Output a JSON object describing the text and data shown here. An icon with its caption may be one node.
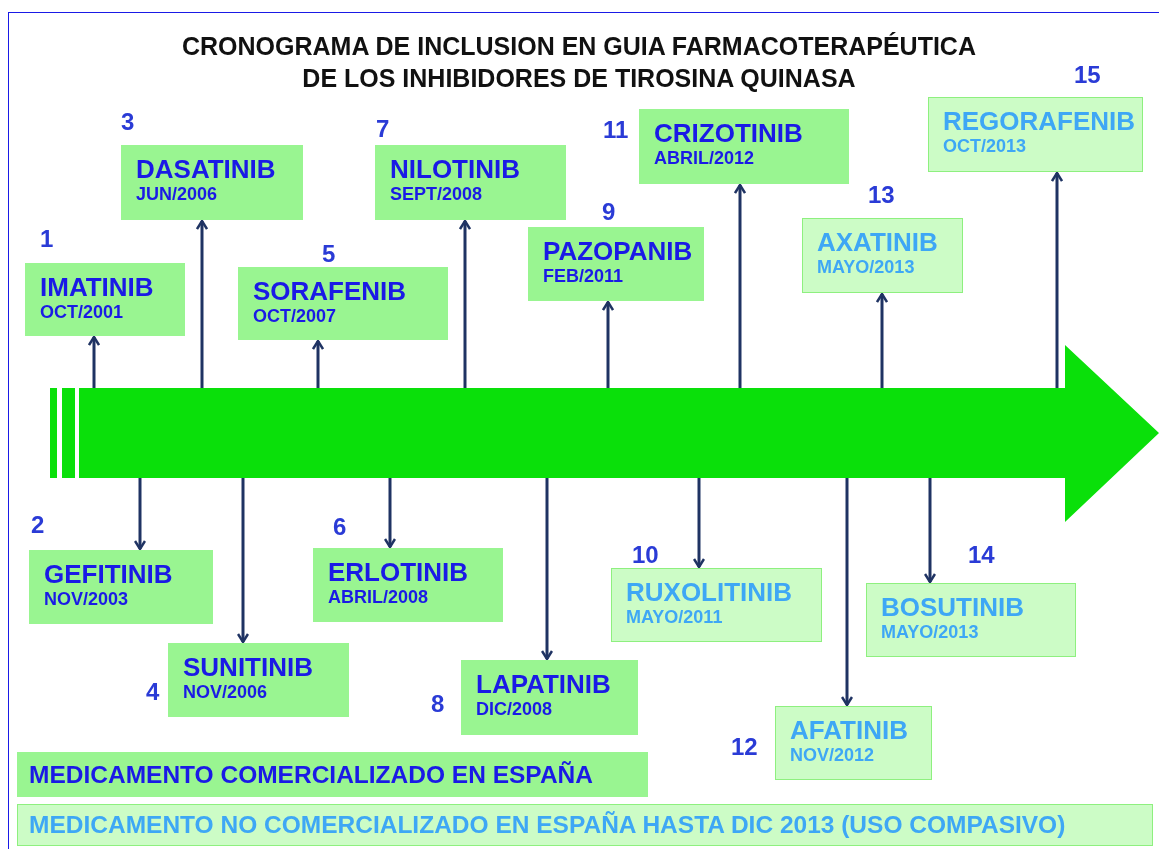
{
  "diagram": {
    "title": "CRONOGRAMA DE INCLUSION EN GUIA FARMACOTERAPÉUTICA DE LOS INHIBIDORES DE TIROSINA QUINASA",
    "nodes": [
      {
        "text": [],
        "shape": "arrow"
      },
      {
        "text": [
          "IMATINIB",
          "OCT/2001"
        ],
        "beside": [
          "1"
        ]
      },
      {
        "text": [
          "GEFITINIB",
          "NOV/2003"
        ],
        "beside": [
          "2"
        ]
      },
      {
        "text": [
          "DASATINIB",
          "JUN/2006"
        ],
        "beside": [
          "3"
        ]
      },
      {
        "text": [
          "SUNITINIB",
          "NOV/2006"
        ],
        "beside": [
          "4"
        ]
      },
      {
        "text": [
          "SORAFENIB",
          "OCT/2007"
        ],
        "beside": [
          "5"
        ]
      },
      {
        "text": [
          "ERLOTINIB",
          "ABRIL/2008"
        ],
        "beside": [
          "6"
        ]
      },
      {
        "text": [
          "NILOTINIB",
          "SEPT/2008"
        ],
        "beside": [
          "7"
        ]
      },
      {
        "text": [
          "LAPATINIB",
          "DIC/2008"
        ],
        "beside": [
          "8"
        ]
      },
      {
        "text": [
          "PAZOPANIB",
          "FEB/2011"
        ],
        "beside": [
          "9"
        ]
      },
      {
        "text": [
          "RUXOLITINIB",
          "MAYO/2011"
        ],
        "beside": [
          "10"
        ]
      },
      {
        "text": [
          "CRIZOTINIB",
          "ABRIL/2012"
        ],
        "beside": [
          "11"
        ]
      },
      {
        "text": [
          "AFATINIB",
          "NOV/2012"
        ],
        "beside": [
          "12"
        ]
      },
      {
        "text": [
          "AXATINIB",
          "MAYO/2013"
        ],
        "beside": [
          "13"
        ]
      },
      {
        "text": [
          "BOSUTINIB",
          "MAYO/2013"
        ],
        "beside": [
          "14"
        ]
      },
      {
        "text": [
          "REGORAFENIB",
          "OCT/2013"
        ],
        "beside": [
          "15"
        ]
      }
    ],
    "edges": [
      {
        "from": 0,
        "to": 1,
        "arrow": "to"
      },
      {
        "from": 0,
        "to": 2,
        "arrow": "to"
      },
      {
        "from": 0,
        "to": 3,
        "arrow": "to"
      },
      {
        "from": 0,
        "to": 4,
        "arrow": "to"
      },
      {
        "from": 0,
        "to": 5,
        "arrow": "to"
      },
      {
        "from": 0,
        "to": 6,
        "arrow": "to"
      },
      {
        "from": 0,
        "to": 7,
        "arrow": "to"
      },
      {
        "from": 0,
        "to": 8,
        "arrow": "to"
      },
      {
        "from": 0,
        "to": 9,
        "arrow": "to"
      },
      {
        "from": 0,
        "to": 10,
        "arrow": "to"
      },
      {
        "from": 0,
        "to": 11,
        "arrow": "to"
      },
      {
        "from": 0,
        "to": 12,
        "arrow": "to"
      },
      {
        "from": 0,
        "to": 13,
        "arrow": "to"
      },
      {
        "from": 0,
        "to": 14,
        "arrow": "to"
      },
      {
        "from": 0,
        "to": 15,
        "arrow": "to"
      }
    ],
    "legend": [
      {
        "text": "MEDICAMENTO COMERCIALIZADO EN ESPAÑA",
        "color": "#99f591"
      },
      {
        "text": "MEDICAMENTO NO COMERCIALIZADO EN ESPAÑA HASTA DIC 2013 (USO COMPASIVO)",
        "color": "#ccfcc6"
      }
    ]
  }
}
